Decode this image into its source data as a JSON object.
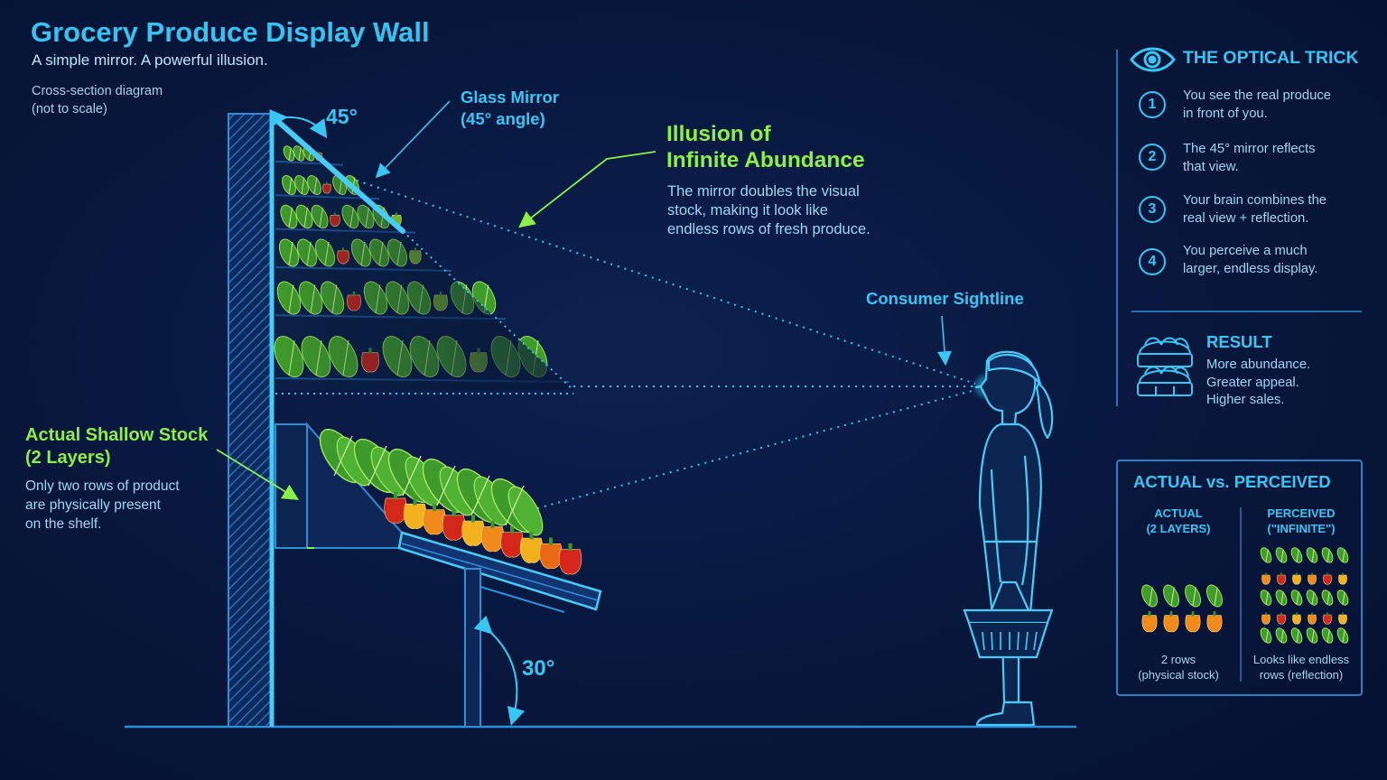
{
  "header": {
    "title": "Grocery Produce Display Wall",
    "subtitle": "A simple mirror. A powerful illusion.",
    "note": "Cross-section diagram\n(not to scale)"
  },
  "diagram": {
    "mirror_label": "Glass Mirror\n(45° angle)",
    "mirror_angle": "45°",
    "shelf_angle": "30°",
    "illusion_title": "Illusion of\nInfinite Abundance",
    "illusion_desc": "The mirror doubles the visual\nstock, making it look like\nendless rows of fresh produce.",
    "sightline_label": "Consumer Sightline",
    "stock_title": "Actual Shallow Stock\n(2 Layers)",
    "stock_desc": "Only two rows of product\nare physically present\non the shelf."
  },
  "optical_trick": {
    "heading": "THE OPTICAL TRICK",
    "steps": [
      {
        "num": "1",
        "text": "You see the real produce\nin front of you."
      },
      {
        "num": "2",
        "text": "The 45° mirror reflects\nthat view."
      },
      {
        "num": "3",
        "text": "Your brain combines the\nreal view + reflection."
      },
      {
        "num": "4",
        "text": "You perceive a much\nlarger, endless display."
      }
    ]
  },
  "result": {
    "heading": "RESULT",
    "body": "More abundance.\nGreater appeal.\nHigher sales."
  },
  "comparison": {
    "title": "ACTUAL vs. PERCEIVED",
    "actual_heading": "ACTUAL\n(2 LAYERS)",
    "perceived_heading": "PERCEIVED\n(\"INFINITE\")",
    "actual_caption": "2 rows\n(physical stock)",
    "perceived_caption": "Looks like endless\nrows (reflection)"
  },
  "colors": {
    "background": "#07163a",
    "accent_cyan": "#38c6f4",
    "accent_green": "#8df047",
    "body_text": "#9fd6f1"
  },
  "icons": [
    "eye-icon",
    "produce-crates-icon",
    "shopping-basket-icon"
  ]
}
